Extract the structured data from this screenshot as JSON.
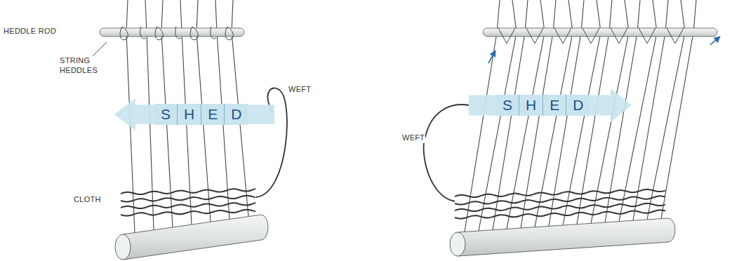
{
  "diagram": {
    "nodes": [
      {
        "text": [
          "S",
          "H",
          "E",
          "D"
        ]
      },
      {
        "text": [
          "S",
          "H",
          "E",
          "D"
        ]
      }
    ],
    "edges": [],
    "labels": [
      "HEDDLE ROD",
      "STRING HEDDLES",
      "WEFT",
      "CLOTH",
      "WEFT"
    ]
  }
}
